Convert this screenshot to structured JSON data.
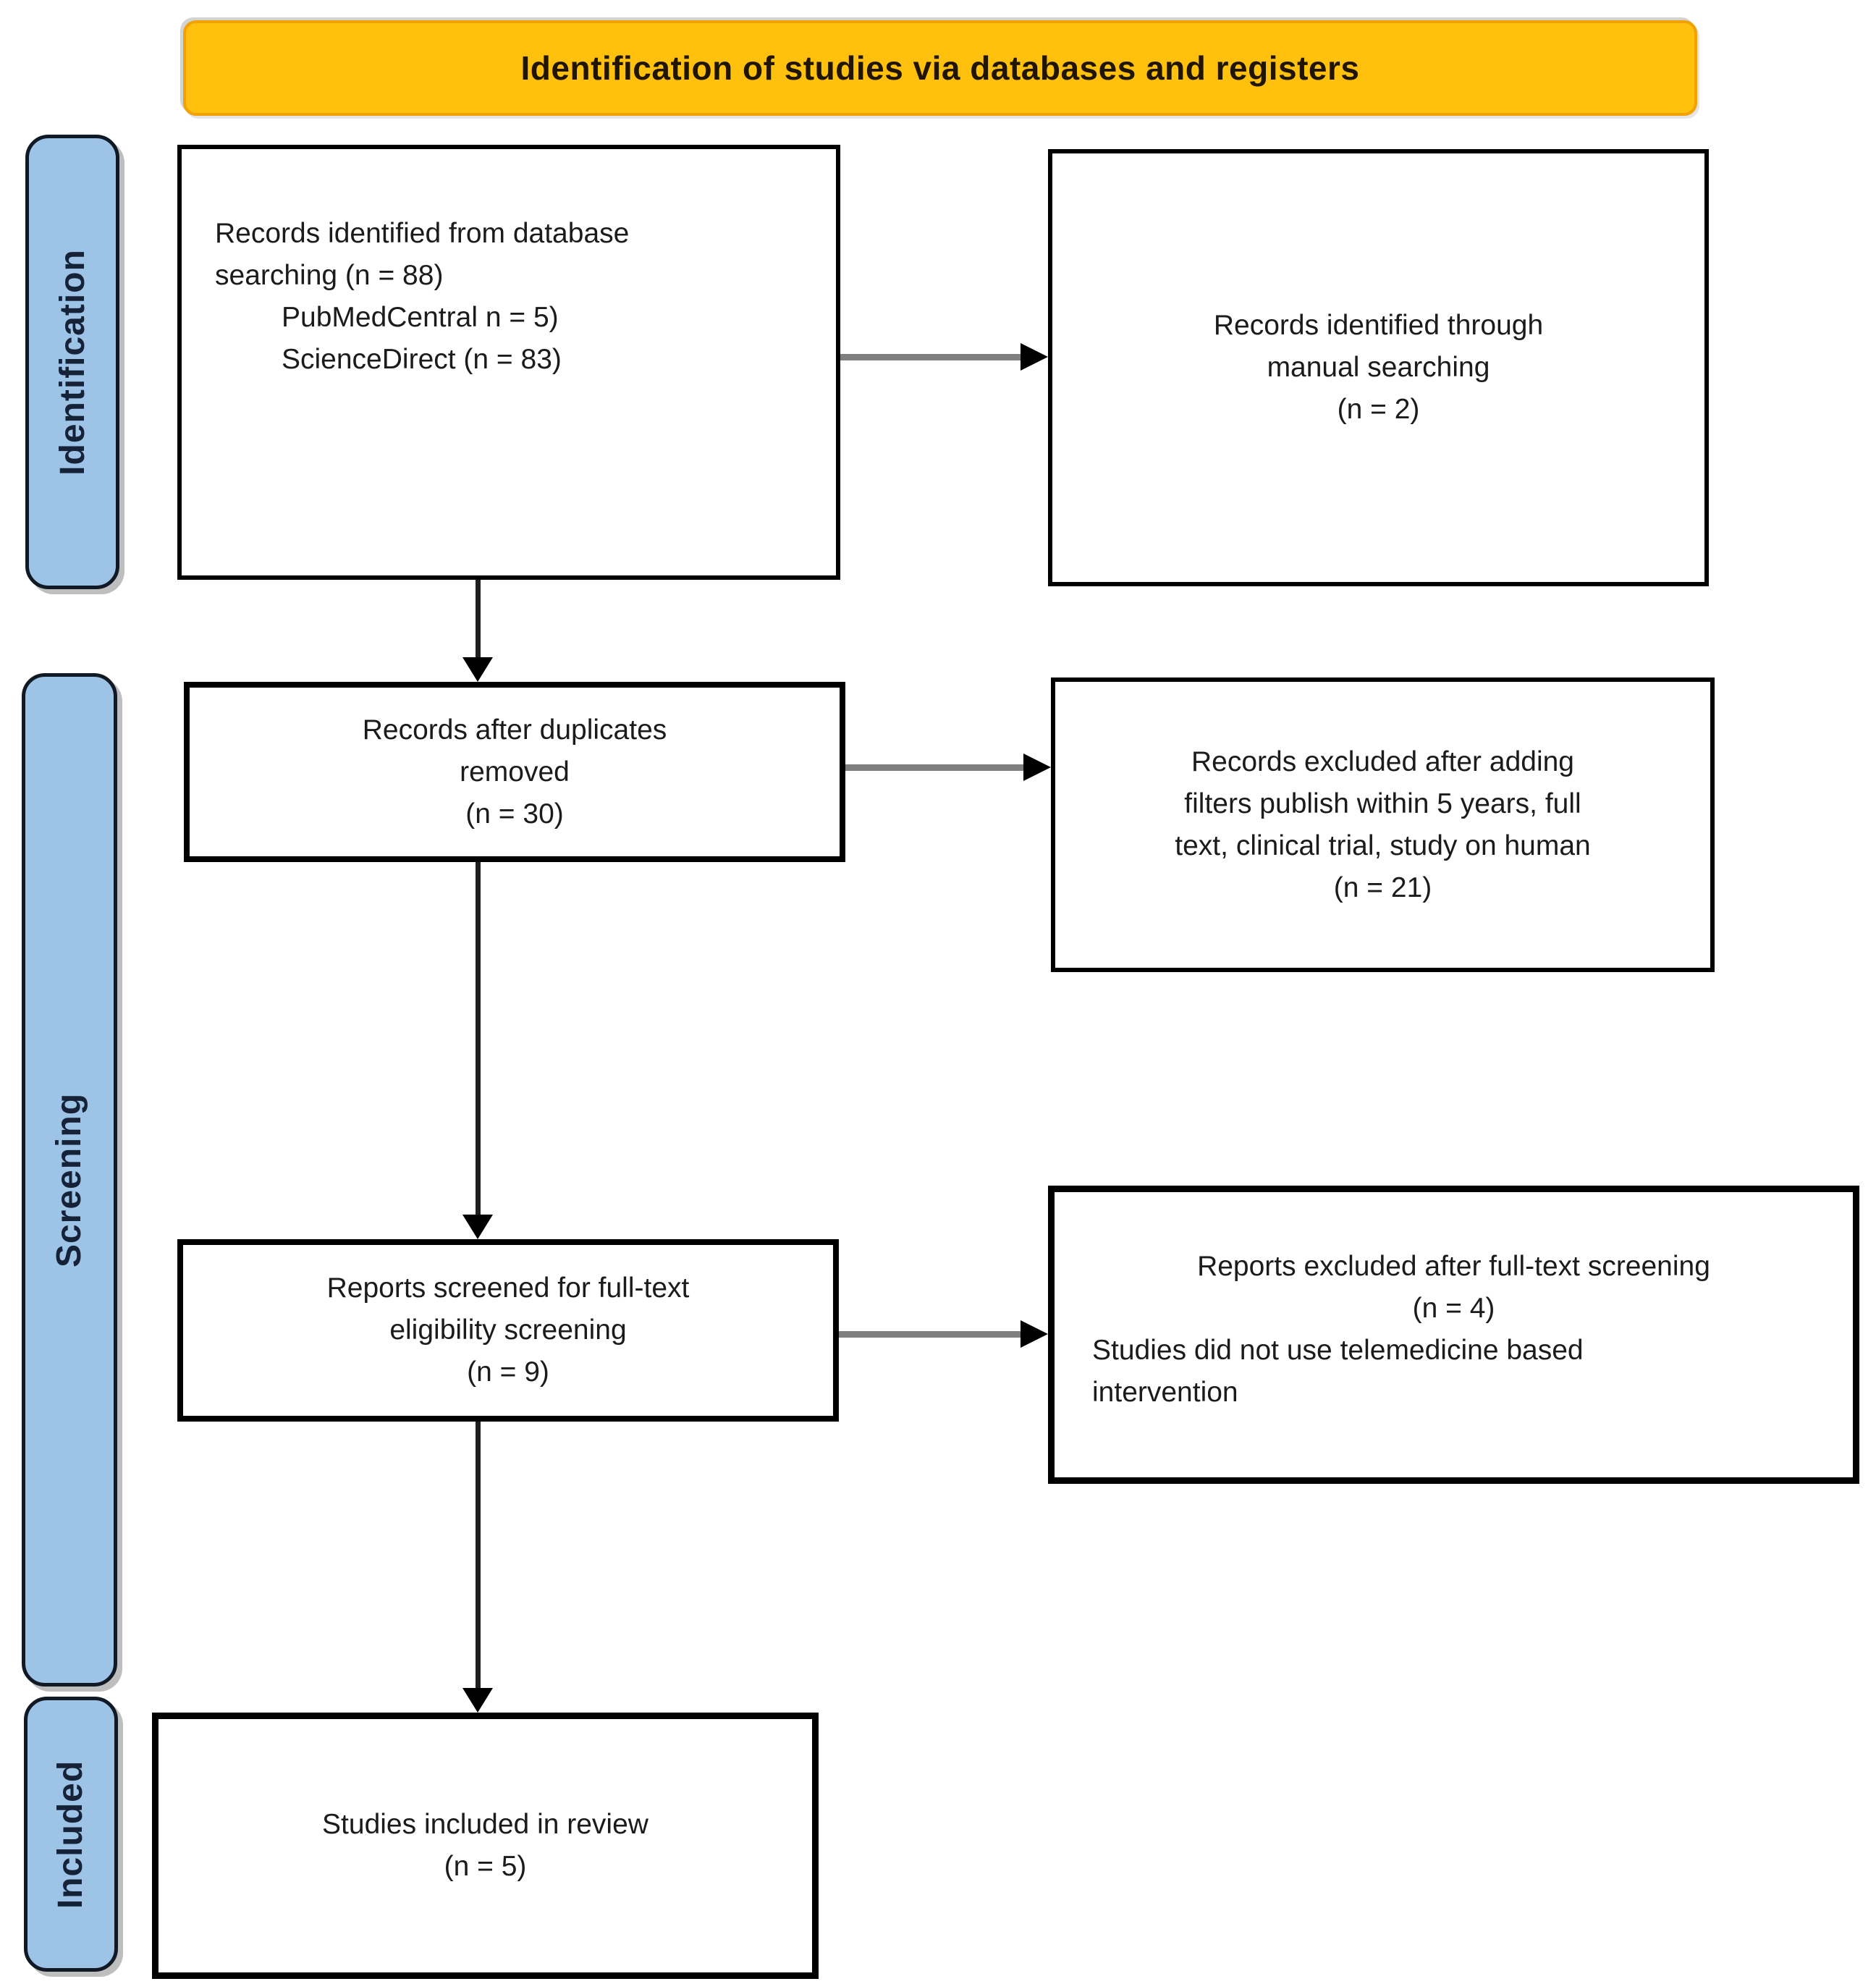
{
  "title_banner": {
    "label": "Identification of studies via databases and registers"
  },
  "stages": [
    {
      "label": "Identification"
    },
    {
      "label": "Screening"
    },
    {
      "label": "Included"
    }
  ],
  "boxes": {
    "db_search": {
      "lines": [
        "Records identified from database",
        "searching (n = 88)",
        "PubMedCentral n = 5)",
        "ScienceDirect (n = 83)"
      ]
    },
    "manual_search": {
      "lines": [
        "Records identified through",
        "manual searching",
        "(n = 2)"
      ]
    },
    "duplicates_removed": {
      "lines": [
        "Records after duplicates",
        "removed",
        "(n = 30)"
      ]
    },
    "filters_excluded": {
      "lines": [
        "Records excluded after adding",
        "filters publish within 5 years, full",
        "text, clinical trial, study on human",
        "(n = 21)"
      ]
    },
    "fulltext_screened": {
      "lines": [
        "Reports screened for full-text",
        "eligibility screening",
        "(n = 9)"
      ]
    },
    "fulltext_excluded": {
      "lines": [
        "Reports excluded after full-text screening",
        "(n = 4)",
        "Studies did not use telemedicine based",
        "intervention"
      ]
    },
    "included": {
      "lines": [
        "Studies included in review",
        "(n = 5)"
      ]
    }
  },
  "arrows": [
    {
      "name": "db-search-to-manual-search",
      "direction": "right"
    },
    {
      "name": "db-search-to-duplicates-removed",
      "direction": "down"
    },
    {
      "name": "duplicates-removed-to-filters-excluded",
      "direction": "right"
    },
    {
      "name": "duplicates-removed-to-fulltext-screened",
      "direction": "down"
    },
    {
      "name": "fulltext-screened-to-fulltext-excluded",
      "direction": "right"
    },
    {
      "name": "fulltext-screened-to-included",
      "direction": "down"
    }
  ],
  "colors": {
    "banner_fill": "#FFC00E",
    "banner_border": "#F1A100",
    "stage_fill": "#9DC3E6",
    "stage_border": "#111A24",
    "box_fill": "#FFFFFF",
    "box_border": "#000000",
    "arrow_shaft_horizontal": "#7F7F7F",
    "arrow_shaft_vertical": "#1F1F1F",
    "arrow_head": "#000000",
    "text": "#1B1B1B"
  }
}
